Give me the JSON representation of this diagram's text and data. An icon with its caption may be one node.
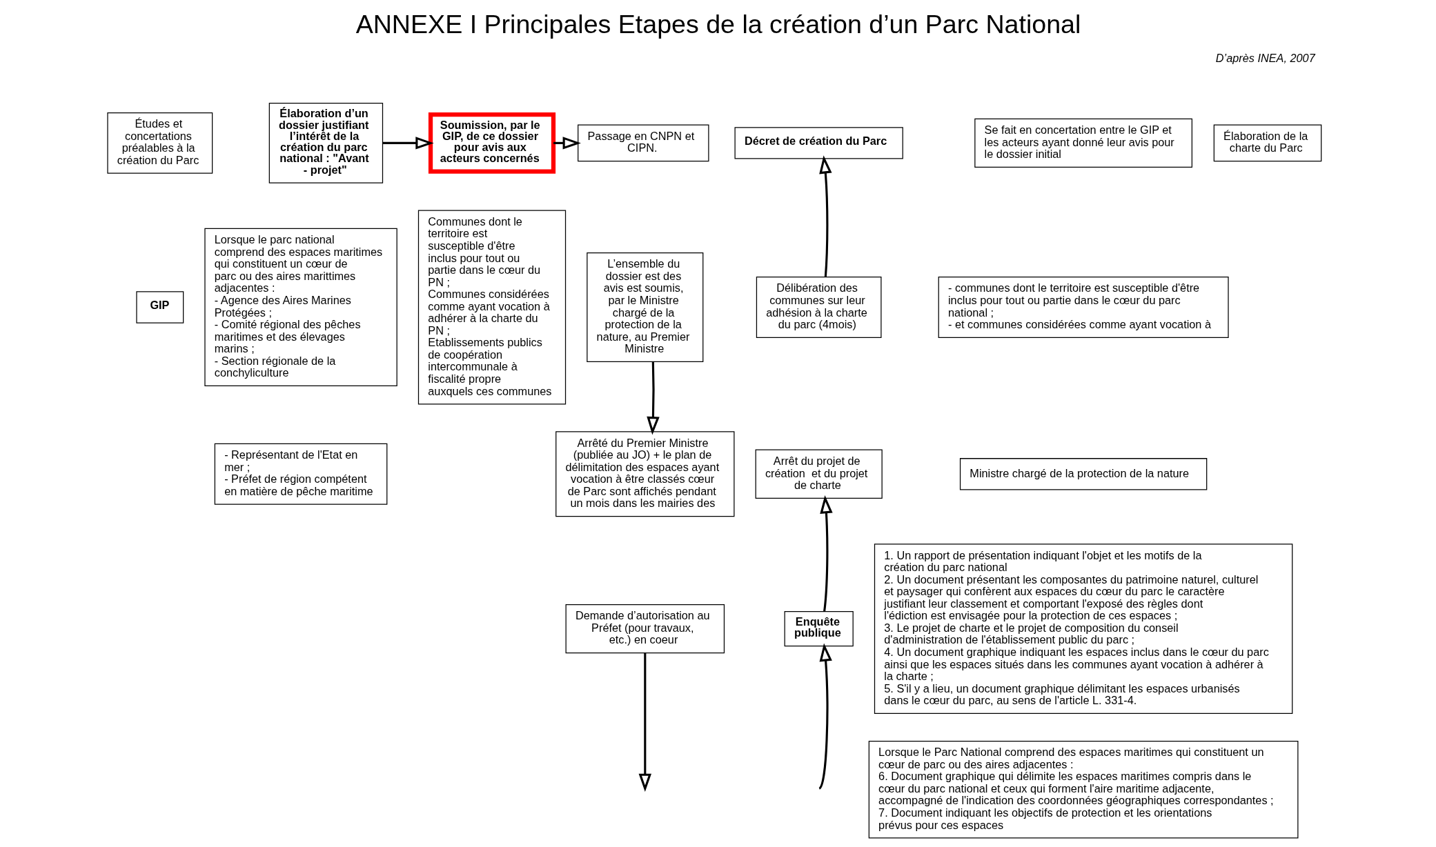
{
  "diagram": {
    "title": "ANNEXE I Principales Etapes de la création d’un Parc National",
    "nodes": [
      {
        "text": [
          "Études et concertations préalables à la création du Parc"
        ]
      },
      {
        "text": [
          "GIP"
        ]
      },
      {
        "text": [
          "Élaboration d’un dossier justifiant l’intérêt de la création du parc national : \"Avant - projet\""
        ]
      },
      {
        "text": [
          "Soumission, par le GIP, de ce dossier pour avis aux acteurs concernés"
        ]
      },
      {
        "text": [
          "Communes dont le territoire est susceptible d'être inclus pour tout ou partie dans le cœur du PN ;",
          "Communes considérées comme ayant vocation à adhérer à la charte du PN ;",
          "Etablissements publics de coopération intercommunale à fiscalité propre auxquels ces communes"
        ]
      },
      {
        "text": [
          "Lorsque le parc national comprend des espaces maritimes qui constituent un cœur de parc ou des aires marittimes adjacentes :",
          "- Agence des Aires Marines Protégées ;",
          "- Comité régional des pêches maritimes et des élevages marins ;",
          "- Section régionale de la conchyliculture"
        ]
      },
      {
        "text": [
          "- Représentant de l'Etat en mer ;",
          "- Préfet de région compétent en matière de pêche maritime"
        ]
      },
      {
        "text": [
          "Passage en CNPN et CIPN."
        ]
      },
      {
        "text": [
          "L’ensemble du dossier est des avis est soumis, par le Ministre chargé de la protection de la nature, au Premier Ministre"
        ]
      },
      {
        "text": [
          "Arrêté du Premier Ministre (publiée au JO) + le plan de délimitation des espaces ayant vocation à être classés cœur de Parc sont affichés pendant un mois dans les mairies des"
        ]
      },
      {
        "text": [
          "Demande d’autorisation au Préfet (pour travaux, etc.) en coeur"
        ]
      },
      {
        "text": [
          "Décret de création du Parc"
        ]
      },
      {
        "text": [
          "Se fait en concertation entre le GIP et les acteurs ayant donné leur avis pour le dossier initial"
        ]
      },
      {
        "text": [
          "Élaboration de la charte du Parc"
        ]
      },
      {
        "text": [
          "Délibération des communes sur leur adhésion à la charte du parc (4mois)"
        ]
      },
      {
        "text": [
          "- communes dont le territoire est susceptible d'être inclus pour tout ou partie dans le cœur du parc national ;",
          "- et communes considérées comme ayant vocation à"
        ]
      },
      {
        "text": [
          "Arrêt du projet de création  et du projet de charte"
        ]
      },
      {
        "text": [
          "Ministre chargé de la protection de la nature"
        ]
      },
      {
        "text": [
          "Enquête publique"
        ]
      },
      {
        "text": [
          "1. Un rapport de présentation indiquant l'objet et les motifs de la création du parc national",
          "2. Un document présentant les composantes du patrimoine naturel, culturel et paysager qui confèrent aux espaces du cœur du parc le caractère justifiant leur classement et comportant l'exposé des règles dont l'édiction est envisagée pour la protection de ces espaces ;",
          "3. Le projet de charte et le projet de composition du conseil d'administration de l'établissement public du parc ;",
          "4. Un document graphique indiquant les espaces inclus dans le cœur du parc ainsi que les espaces situés dans les communes ayant vocation à adhérer à la charte ;",
          "5. S'il y a lieu, un document graphique délimitant les espaces urbanisés dans le cœur du parc, au sens de l'article L. 331-4."
        ]
      },
      {
        "text": [
          "Lorsque le Parc National comprend des espaces maritimes qui constituent un cœur de parc ou des aires adjacentes :",
          "6. Document graphique qui délimite les espaces maritimes compris dans le cœur du parc national et ceux qui forment l'aire maritime adjacente, accompagné de l'indication des coordonnées géographiques correspondantes ;",
          "7. Document indiquant les objectifs de protection et les orientations prévus pour ces espaces"
        ]
      }
    ],
    "edges": [
      {
        "from": 2,
        "to": 3,
        "arrow": "to"
      },
      {
        "from": 3,
        "to": 7,
        "arrow": "to"
      },
      {
        "from": 8,
        "to": 9,
        "arrow": "to"
      },
      {
        "from": 10,
        "to": null,
        "arrow": "to"
      },
      {
        "from": 14,
        "to": 11,
        "arrow": "to"
      },
      {
        "from": 18,
        "to": 16,
        "arrow": "to"
      },
      {
        "from": null,
        "to": 18,
        "arrow": "to"
      }
    ],
    "labels": [
      "D’après INEA, 2007"
    ]
  }
}
